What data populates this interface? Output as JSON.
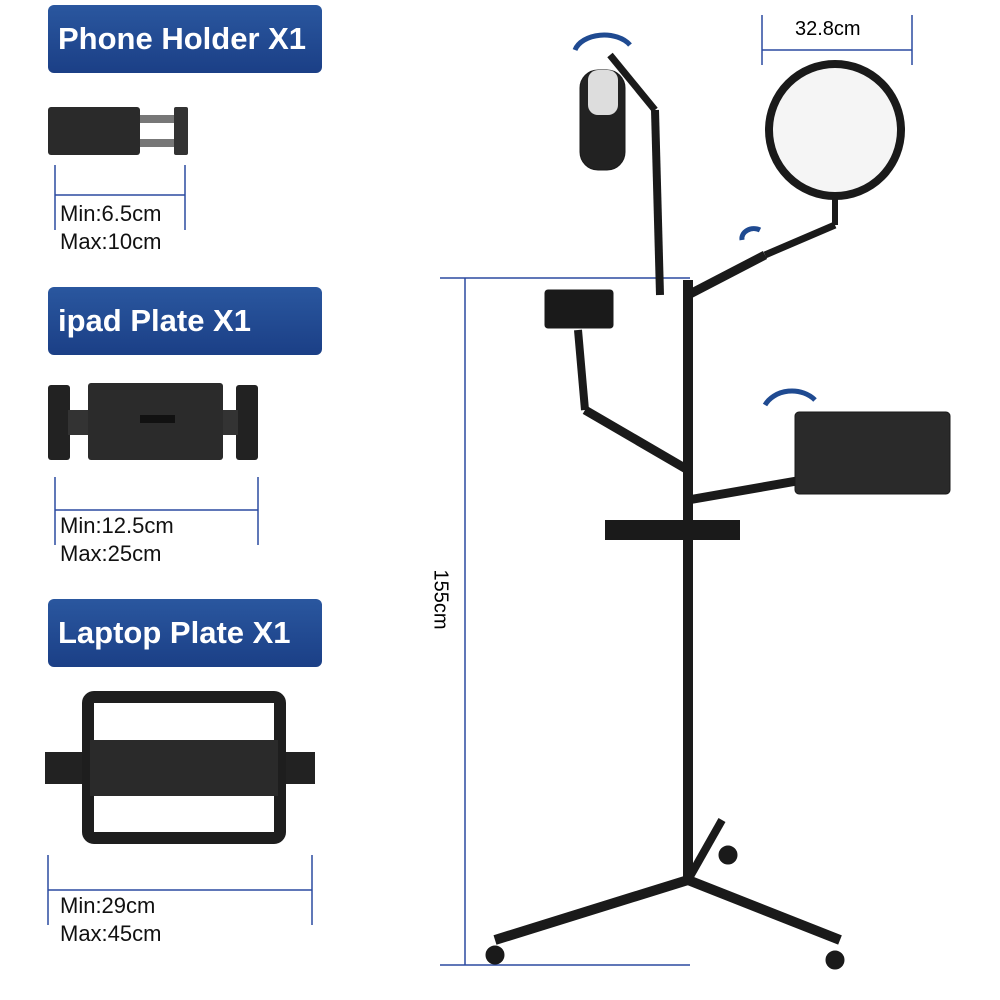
{
  "accessories": [
    {
      "title": "Phone Holder X1",
      "min": "Min:6.5cm",
      "max": "Max:10cm"
    },
    {
      "title": "ipad Plate X1",
      "min": "Min:12.5cm",
      "max": "Max:25cm"
    },
    {
      "title": "Laptop Plate X1",
      "min": "Min:29cm",
      "max": "Max:45cm"
    }
  ],
  "stand": {
    "height": "155cm",
    "light_diameter": "32.8cm"
  },
  "colors": {
    "label_bg": "#1f4a91",
    "dim_line": "#2b4aa0"
  }
}
